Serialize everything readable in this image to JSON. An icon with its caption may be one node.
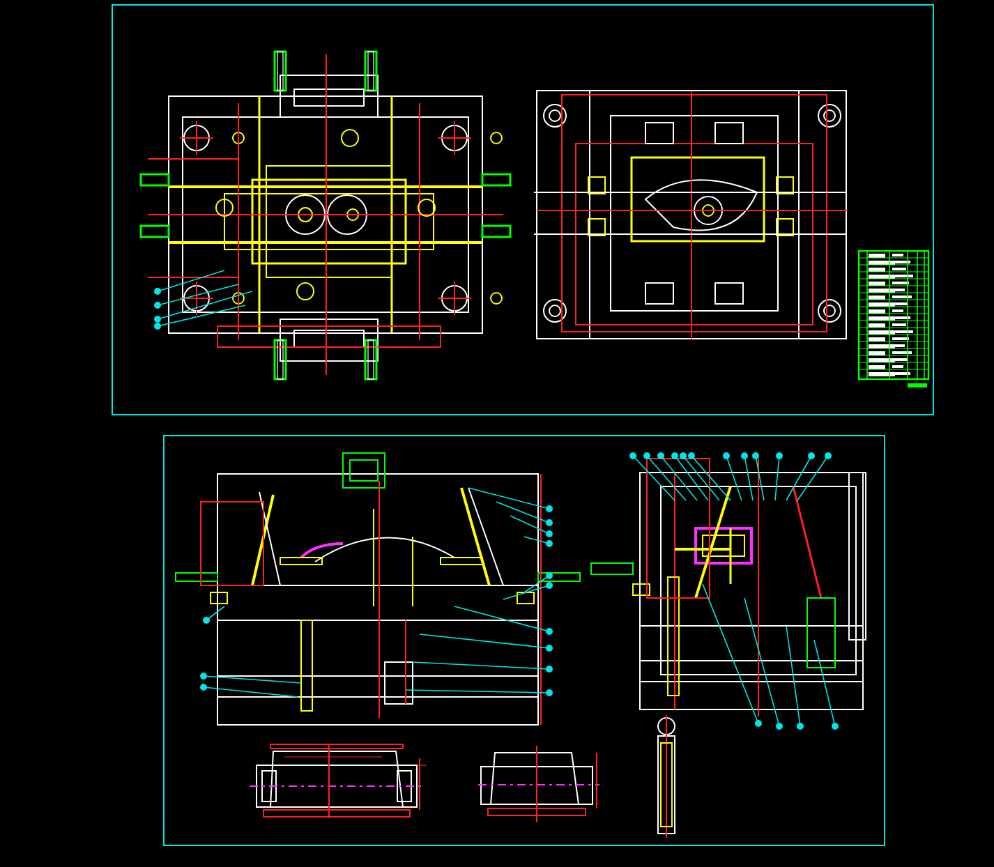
{
  "diagram": {
    "nodes": [
      {
        "text": [],
        "shape": "box"
      },
      {
        "text": [],
        "shape": "picture",
        "in": 0
      },
      {
        "text": [],
        "shape": "picture",
        "in": 0
      },
      {
        "text": [],
        "shape": "box",
        "in": 0
      },
      {
        "text": [],
        "shape": "box"
      },
      {
        "text": [],
        "shape": "picture",
        "in": 4
      },
      {
        "text": [],
        "shape": "picture",
        "in": 4
      },
      {
        "text": [],
        "shape": "picture",
        "in": 4
      },
      {
        "text": [],
        "shape": "picture",
        "in": 4
      },
      {
        "text": [],
        "shape": "picture",
        "in": 4
      }
    ]
  }
}
